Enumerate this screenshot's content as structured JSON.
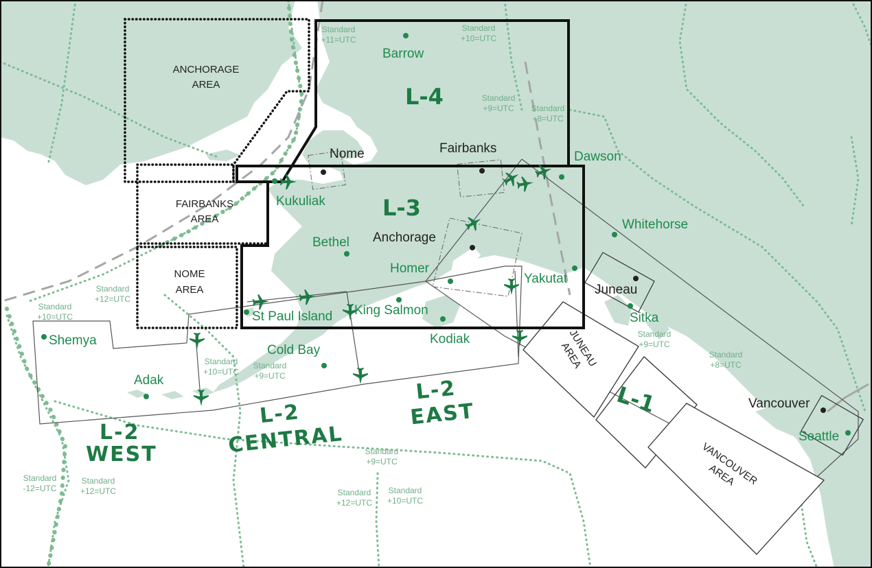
{
  "colors": {
    "land": "#c9dfd4",
    "water": "#ffffff",
    "accent_green": "#1e8a4e",
    "timezone_text": "#6fae86",
    "boundary_dots": "#7dbb92",
    "frame_black": "#111111"
  },
  "charts": {
    "l4": "L-4",
    "l3": "L-3",
    "l1": "L-1",
    "l2_west": [
      "L-2",
      "WEST"
    ],
    "l2_central": [
      "L-2",
      "CENTRAL"
    ],
    "l2_east": [
      "L-2",
      "EAST"
    ]
  },
  "areas": {
    "anchorage": [
      "ANCHORAGE",
      "AREA"
    ],
    "fairbanks": [
      "FAIRBANKS",
      "AREA"
    ],
    "nome": [
      "NOME",
      "AREA"
    ],
    "juneau": [
      "JUNEAU",
      "AREA"
    ],
    "vancouver": [
      "VANCOUVER",
      "AREA"
    ]
  },
  "cities": {
    "barrow": "Barrow",
    "nome": "Nome",
    "fairbanks": "Fairbanks",
    "dawson": "Dawson",
    "kukuliak": "Kukuliak",
    "bethel": "Bethel",
    "anchorage": "Anchorage",
    "whitehorse": "Whitehorse",
    "homer": "Homer",
    "yakutat": "Yakutat",
    "juneau": "Juneau",
    "st_paul": "St Paul Island",
    "king_salmon": "King Salmon",
    "sitka": "Sitka",
    "shemya": "Shemya",
    "kodiak": "Kodiak",
    "cold_bay": "Cold Bay",
    "adak": "Adak",
    "vancouver": "Vancouver",
    "seattle": "Seattle"
  },
  "timezones": {
    "tz_11_top": [
      "Standard",
      "+11=UTC"
    ],
    "tz_10_top": [
      "Standard",
      "+10=UTC"
    ],
    "tz_9_north": [
      "Standard",
      "+9=UTC"
    ],
    "tz_8_north": [
      "Standard",
      "+8=UTC"
    ],
    "tz_12_west": [
      "Standard",
      "+12=UTC"
    ],
    "tz_10_west": [
      "Standard",
      "+10=UTC"
    ],
    "tz_10_mid": [
      "Standard",
      "+10=UTC"
    ],
    "tz_9_mid": [
      "Standard",
      "+9=UTC"
    ],
    "tz_9_se": [
      "Standard",
      "+9=UTC"
    ],
    "tz_8_se": [
      "Standard",
      "+8=UTC"
    ],
    "tz_9_south": [
      "Standard",
      "+9=UTC"
    ],
    "tz_m12_sw": [
      "Standard",
      "-12=UTC"
    ],
    "tz_12_sw": [
      "Standard",
      "+12=UTC"
    ],
    "tz_12_s": [
      "Standard",
      "+12=UTC"
    ],
    "tz_10_s": [
      "Standard",
      "+10=UTC"
    ]
  }
}
